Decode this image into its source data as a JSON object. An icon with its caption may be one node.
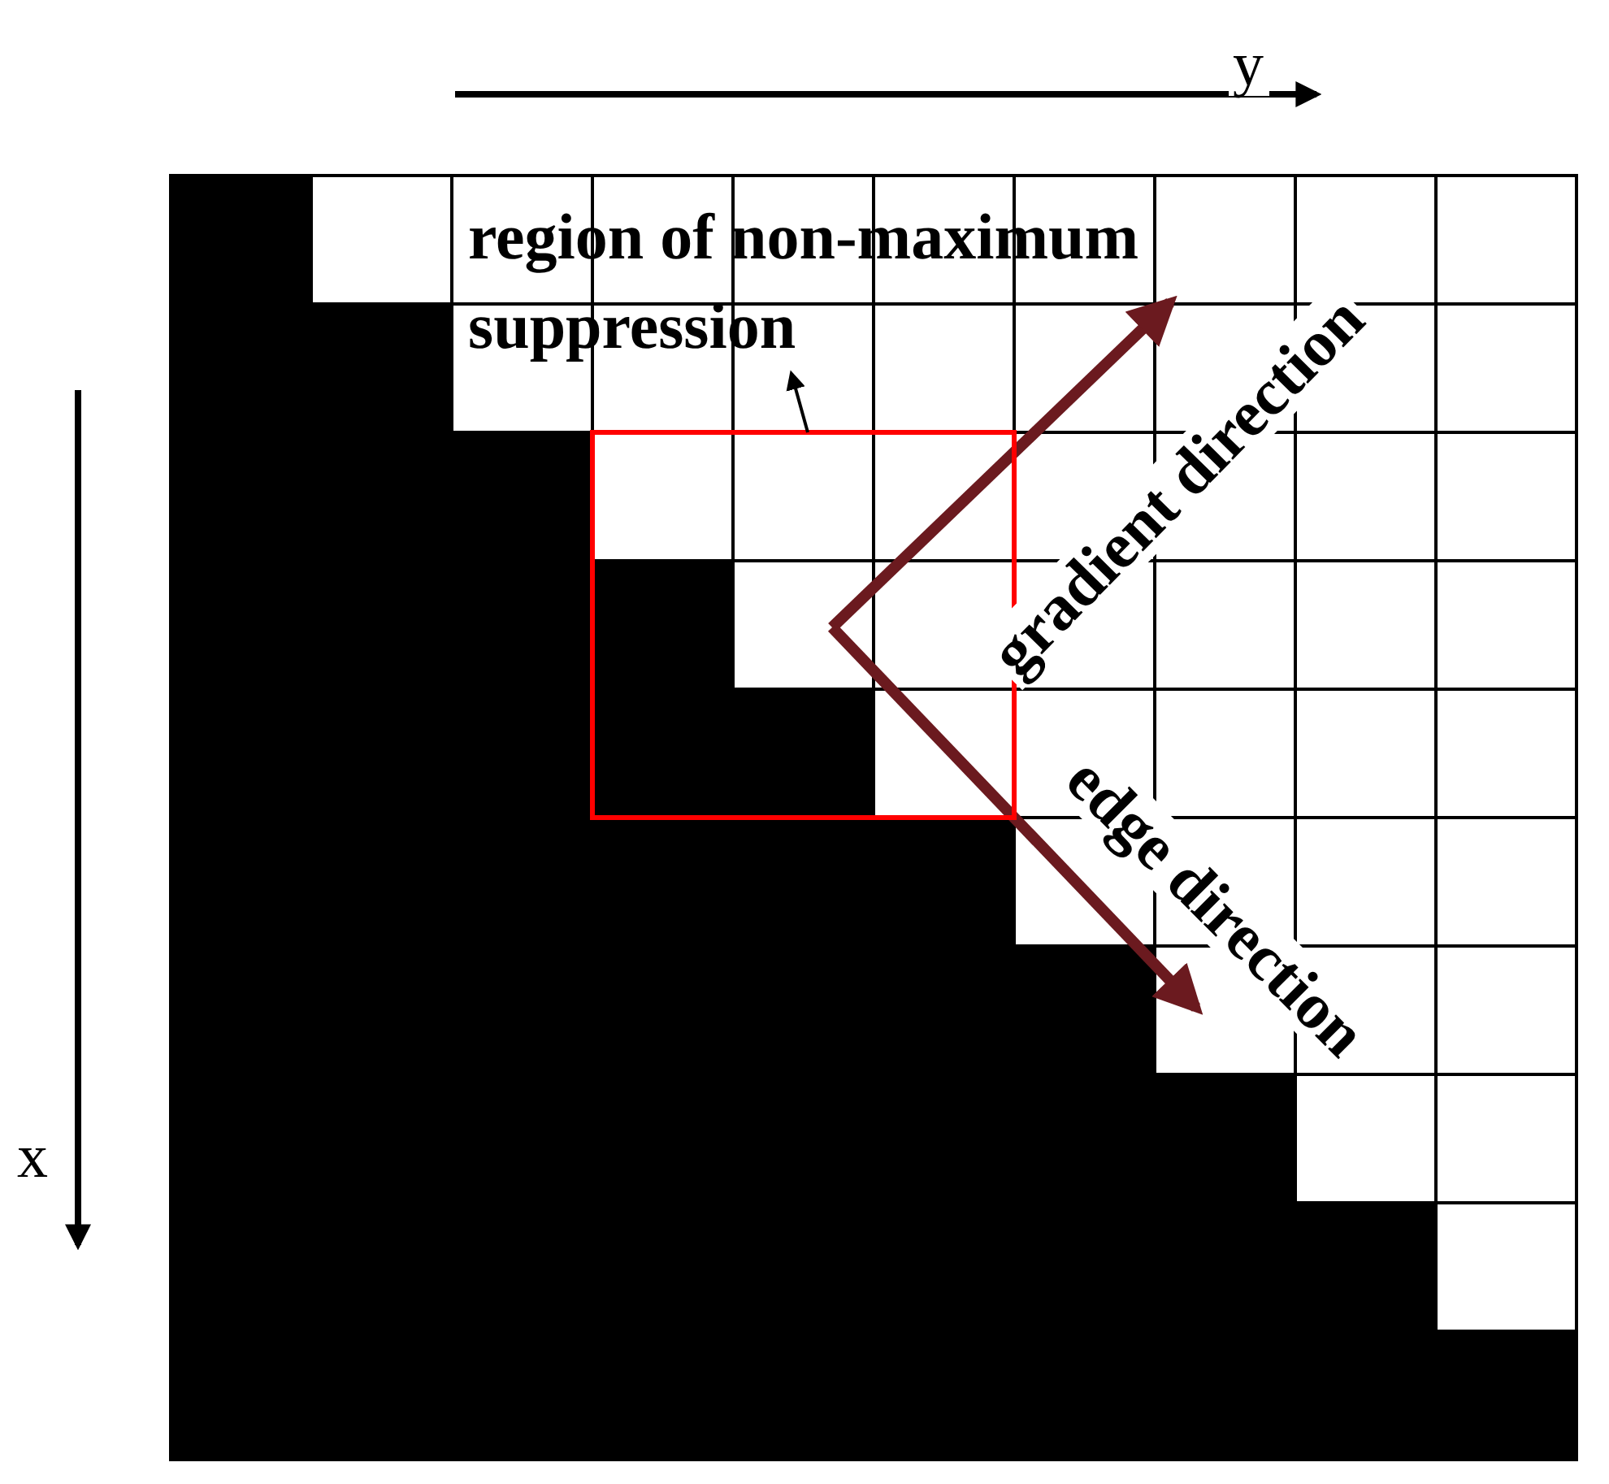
{
  "diagram": {
    "nodes": [
      {
        "text": [
          "region of non-maximum suppression"
        ]
      },
      {
        "text": [],
        "shape": "box"
      }
    ],
    "edges": [
      {
        "from": 1,
        "to": 0,
        "arrow": "to"
      }
    ],
    "labels": [
      "y",
      "gradient direction",
      "edge direction",
      "x"
    ]
  }
}
